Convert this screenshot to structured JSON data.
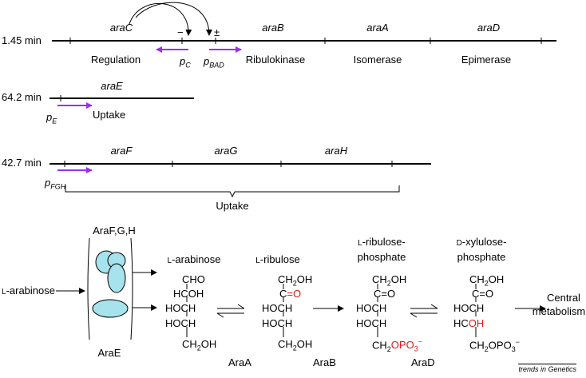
{
  "operon1": {
    "position": "1.45 min",
    "genes": [
      "araC",
      "araB",
      "araA",
      "araD"
    ],
    "regulators": [
      "−",
      "±"
    ],
    "promoters": [
      "p",
      "C",
      "p",
      "BAD"
    ],
    "functions": [
      "Regulation",
      "Ribulokinase",
      "Isomerase",
      "Epimerase"
    ]
  },
  "operon2": {
    "position": "64.2 min",
    "gene": "araE",
    "promoter": [
      "p",
      "E"
    ],
    "function": "Uptake"
  },
  "operon3": {
    "position": "42.7 min",
    "genes": [
      "araF",
      "araG",
      "araH"
    ],
    "promoter": [
      "p",
      "FGH"
    ],
    "function": "Uptake"
  },
  "pathway": {
    "transporter_top": "AraF,G,H",
    "transporter_bottom": "AraE",
    "substrate": [
      "L",
      "-arabinose"
    ],
    "compounds": {
      "c1": {
        "name_sc": "L",
        "name": "-arabinose",
        "lines": [
          "CHO",
          "HCOH",
          "HOCH",
          "HOCH",
          "CH",
          "2",
          "OH"
        ]
      },
      "c2": {
        "name_sc": "L",
        "name": "-ribulose",
        "lines": [
          "CH",
          "2",
          "OH",
          "C",
          "=O",
          "HOCH",
          "HOCH",
          "CH",
          "2",
          "OH"
        ]
      },
      "c3": {
        "name_sc": "L",
        "name1": "-ribulose-",
        "name2": "phosphate",
        "lines": [
          "CH",
          "2",
          "OH",
          "C",
          "=O",
          "HOCH",
          "HOCH",
          "CH",
          "2",
          "OPO",
          "3",
          "−"
        ]
      },
      "c4": {
        "name_sc": "D",
        "name1": "-xylulose-",
        "name2": "phosphate",
        "lines": [
          "CH",
          "2",
          "OH",
          "C",
          "=O",
          "HOCH",
          "HC",
          "OH",
          "CH",
          "2",
          "OPO",
          "3",
          "−"
        ]
      }
    },
    "enzymes": [
      "AraA",
      "AraB",
      "AraD"
    ],
    "product": [
      "Central",
      "metabolism"
    ]
  },
  "footer": "trends in Genetics",
  "colors": {
    "promoter_arrow": "#9b30e8",
    "highlight": "#e01818",
    "cell": "#a6e3ec"
  }
}
